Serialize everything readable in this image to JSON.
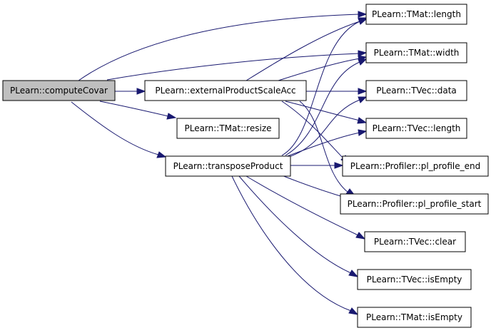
{
  "graph": {
    "edge_color": "#191970",
    "root_fill": "#bfbfbf",
    "node_fill": "#ffffff",
    "nodes": {
      "computeCovar": {
        "label": "PLearn::computeCovar"
      },
      "externalProductScaleAcc": {
        "label": "PLearn::externalProductScaleAcc"
      },
      "tmat_resize": {
        "label": "PLearn::TMat::resize"
      },
      "transposeProduct": {
        "label": "PLearn::transposeProduct"
      },
      "tmat_length": {
        "label": "PLearn::TMat::length"
      },
      "tmat_width": {
        "label": "PLearn::TMat::width"
      },
      "tvec_data": {
        "label": "PLearn::TVec::data"
      },
      "tvec_length": {
        "label": "PLearn::TVec::length"
      },
      "pl_profile_end": {
        "label": "PLearn::Profiler::pl_profile_end"
      },
      "pl_profile_start": {
        "label": "PLearn::Profiler::pl_profile_start"
      },
      "tvec_clear": {
        "label": "PLearn::TVec::clear"
      },
      "tvec_isEmpty": {
        "label": "PLearn::TVec::isEmpty"
      },
      "tmat_isEmpty": {
        "label": "PLearn::TMat::isEmpty"
      }
    }
  }
}
